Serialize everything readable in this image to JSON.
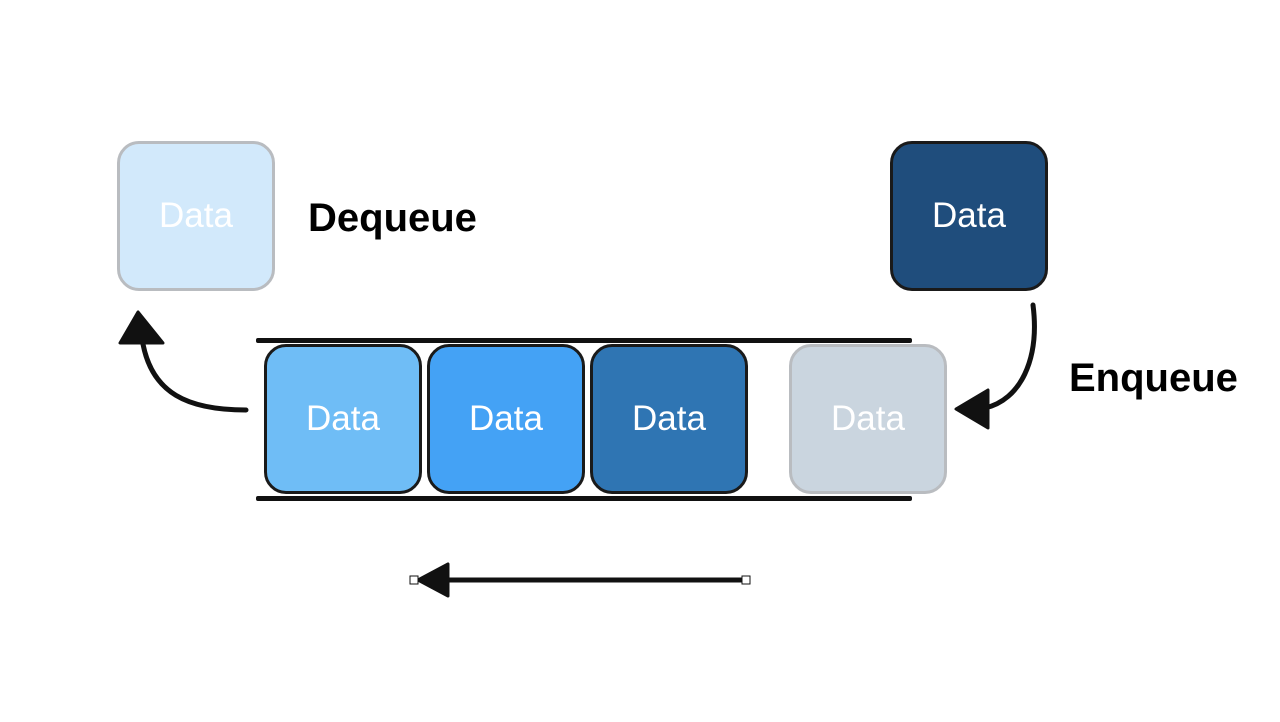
{
  "dequeue": {
    "label": "Dequeue",
    "box_text": "Data",
    "box_color": "#d2e9fb"
  },
  "enqueue": {
    "label": "Enqueue",
    "box_text": "Data",
    "box_color": "#1f4d7c"
  },
  "queue": {
    "items": [
      {
        "text": "Data",
        "color": "#6fbdf6"
      },
      {
        "text": "Data",
        "color": "#44a2f5"
      },
      {
        "text": "Data",
        "color": "#2f75b3"
      }
    ],
    "incoming": {
      "text": "Data",
      "color": "#cad5df"
    }
  },
  "colors": {
    "stroke": "#111111",
    "ghost_border": "#b9bcc0"
  },
  "icons": {
    "dequeue_arrow": "curved-arrow-up-left",
    "enqueue_arrow": "curved-arrow-down-left",
    "flow_arrow": "arrow-left"
  }
}
